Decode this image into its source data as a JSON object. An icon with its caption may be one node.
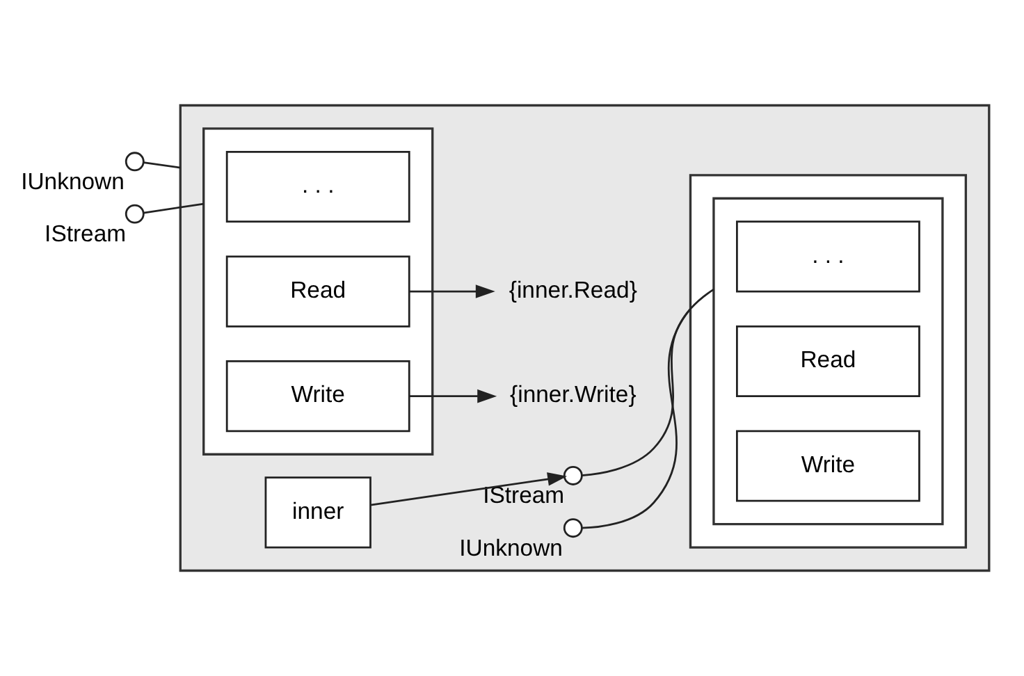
{
  "diagram": {
    "nodes": [
      {
        "text": [],
        "shape": "box"
      },
      {
        "text": [],
        "shape": "box",
        "in": 0
      },
      {
        "text": [
          ". . ."
        ],
        "in": 1
      },
      {
        "text": [
          "Read"
        ],
        "in": 1
      },
      {
        "text": [
          "Write"
        ],
        "in": 1
      },
      {
        "text": [
          "{inner.Read}"
        ],
        "in": 0
      },
      {
        "text": [
          "{inner.Write}"
        ],
        "in": 0
      },
      {
        "text": [
          "inner"
        ],
        "in": 0
      },
      {
        "text": [],
        "shape": "box",
        "in": 0
      },
      {
        "text": [],
        "shape": "box",
        "in": 8
      },
      {
        "text": [
          ". . ."
        ],
        "in": 9
      },
      {
        "text": [
          "Read"
        ],
        "in": 9
      },
      {
        "text": [
          "Write"
        ],
        "in": 9
      },
      {
        "text": [],
        "shape": "circle",
        "beside": [
          "IUnknown"
        ]
      },
      {
        "text": [],
        "shape": "circle",
        "beside": [
          "IStream"
        ]
      },
      {
        "text": [],
        "shape": "circle",
        "beside": [
          "IUnknown"
        ],
        "in": 0
      },
      {
        "text": [],
        "shape": "circle",
        "beside": [
          "IStream"
        ],
        "in": 0
      }
    ],
    "edges": [
      {
        "from": 13,
        "to": 0,
        "arrow": "none"
      },
      {
        "from": 14,
        "to": 1,
        "arrow": "none"
      },
      {
        "from": 3,
        "to": 5,
        "arrow": "to"
      },
      {
        "from": 4,
        "to": 6,
        "arrow": "to"
      },
      {
        "from": 7,
        "to": 16,
        "arrow": "to"
      },
      {
        "from": 15,
        "to": 8,
        "arrow": "none"
      },
      {
        "from": 16,
        "to": 9,
        "arrow": "none"
      }
    ]
  }
}
